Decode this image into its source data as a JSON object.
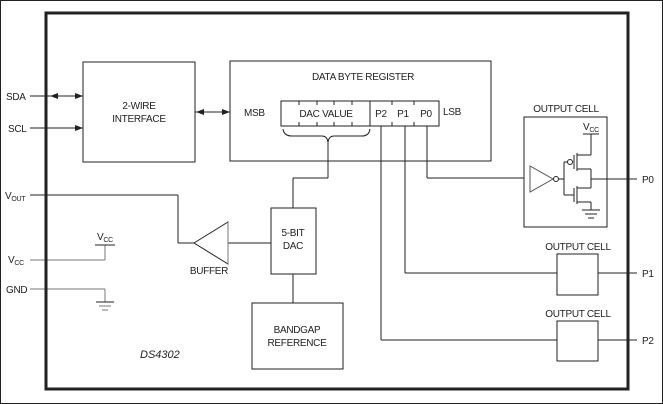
{
  "chip_label": "DS4302",
  "pins_left": {
    "sda": "SDA",
    "scl": "SCL",
    "vout_main": "V",
    "vout_sub": "OUT",
    "vcc_main": "V",
    "vcc_sub": "CC",
    "gnd": "GND"
  },
  "pins_right": {
    "p0": "P0",
    "p1": "P1",
    "p2": "P2"
  },
  "blocks": {
    "two_wire_line1": "2-WIRE",
    "two_wire_line2": "INTERFACE",
    "register_title": "DATA BYTE REGISTER",
    "msb": "MSB",
    "lsb": "LSB",
    "dac_value": "DAC VALUE",
    "bit_p2": "P2",
    "bit_p1": "P1",
    "bit_p0": "P0",
    "dac_line1": "5-BIT",
    "dac_line2": "DAC",
    "bandgap_line1": "BANDGAP",
    "bandgap_line2": "REFERENCE",
    "buffer": "BUFFER",
    "output_cell_0": "OUTPUT CELL",
    "output_cell_1": "OUTPUT CELL",
    "output_cell_2": "OUTPUT CELL",
    "vcc_internal_main": "V",
    "vcc_internal_sub": "CC",
    "vcc_cell_main": "V",
    "vcc_cell_sub": "CC"
  }
}
